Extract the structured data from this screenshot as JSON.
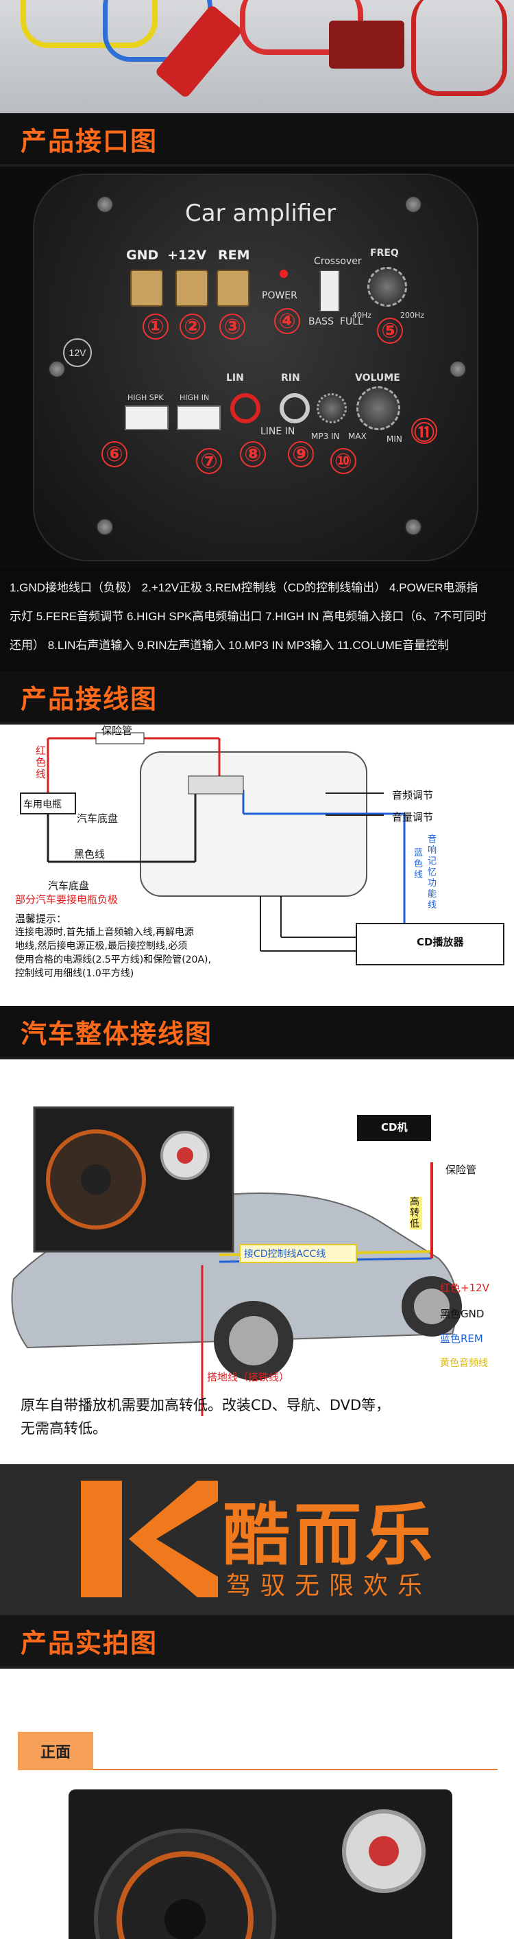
{
  "sections": {
    "interface": "产品接口图",
    "wiring": "产品接线图",
    "car_wiring": "汽车整体接线图",
    "photos": "产品实拍图"
  },
  "amplifier": {
    "title": "Car amplifier",
    "gnd": "GND",
    "plus12": "+12V",
    "rem": "REM",
    "power": "POWER",
    "crossover": "Crossover",
    "bass": "BASS",
    "full": "FULL",
    "freq": "FREQ",
    "hz40": "40Hz",
    "hz200": "200Hz",
    "v12": "12V",
    "high_spk": "HIGH SPK",
    "high_in": "HIGH IN",
    "lin": "LIN",
    "rin": "RIN",
    "line_in": "LINE IN",
    "mp3_in": "MP3 IN",
    "volume": "VOLUME",
    "max": "MAX",
    "min": "MIN",
    "numbers": [
      "①",
      "②",
      "③",
      "④",
      "⑤",
      "⑥",
      "⑦",
      "⑧",
      "⑨",
      "⑩",
      "⑪"
    ]
  },
  "description": {
    "line1": "1.GND接地线口（负极） 2.+12V正极 3.REM控制线（CD的控制线输出） 4.POWER电源指",
    "line2": "示灯 5.FERE音频调节 6.HIGH SPK高电频输出口 7.HIGH IN 高电频输入接口（6、7不可同时",
    "line3": "还用） 8.LIN右声道输入 9.RIN左声道输入 10.MP3 IN MP3输入 11.COLUME音量控制"
  },
  "wiring": {
    "fuse": "保险管",
    "red_wire": "红色线",
    "battery": "车用电瓶",
    "chassis1": "汽车底盘",
    "black_wire": "黑色线",
    "chassis2": "汽车底盘",
    "note_red": "部分汽车要接电瓶负极",
    "audio_adjust": "音频调节",
    "volume_adjust": "音量调节",
    "blue_wire": "蓝色线",
    "memory_func": "音响记忆功能线",
    "cd_player": "CD播放器",
    "tip_title": "温馨提示：",
    "tip1": "连接电源时,首先插上音频输入线,再解电源",
    "tip2": "地线,然后接电源正极,最后接控制线,必须",
    "tip3": "使用合格的电源线(2.5平方线)和保险管(20A),",
    "tip4": "控制线可用细线(1.0平方线)"
  },
  "car": {
    "cd": "CD机",
    "fuse": "保险管",
    "converter": "高转低",
    "acc": "接CD控制线ACC线",
    "red": "红色+12V",
    "black": "黑色GND",
    "blue": "蓝色REM",
    "yellow": "黄色音频线",
    "ground": "搭地线（搭铁线）",
    "note1": "原车自带播放机需要加高转低。改装CD、导航、DVD等，",
    "note2": "无需高转低。"
  },
  "brand": {
    "name": "酷而乐",
    "slogan": "驾驭无限欢乐"
  },
  "photo": {
    "front": "正面"
  }
}
